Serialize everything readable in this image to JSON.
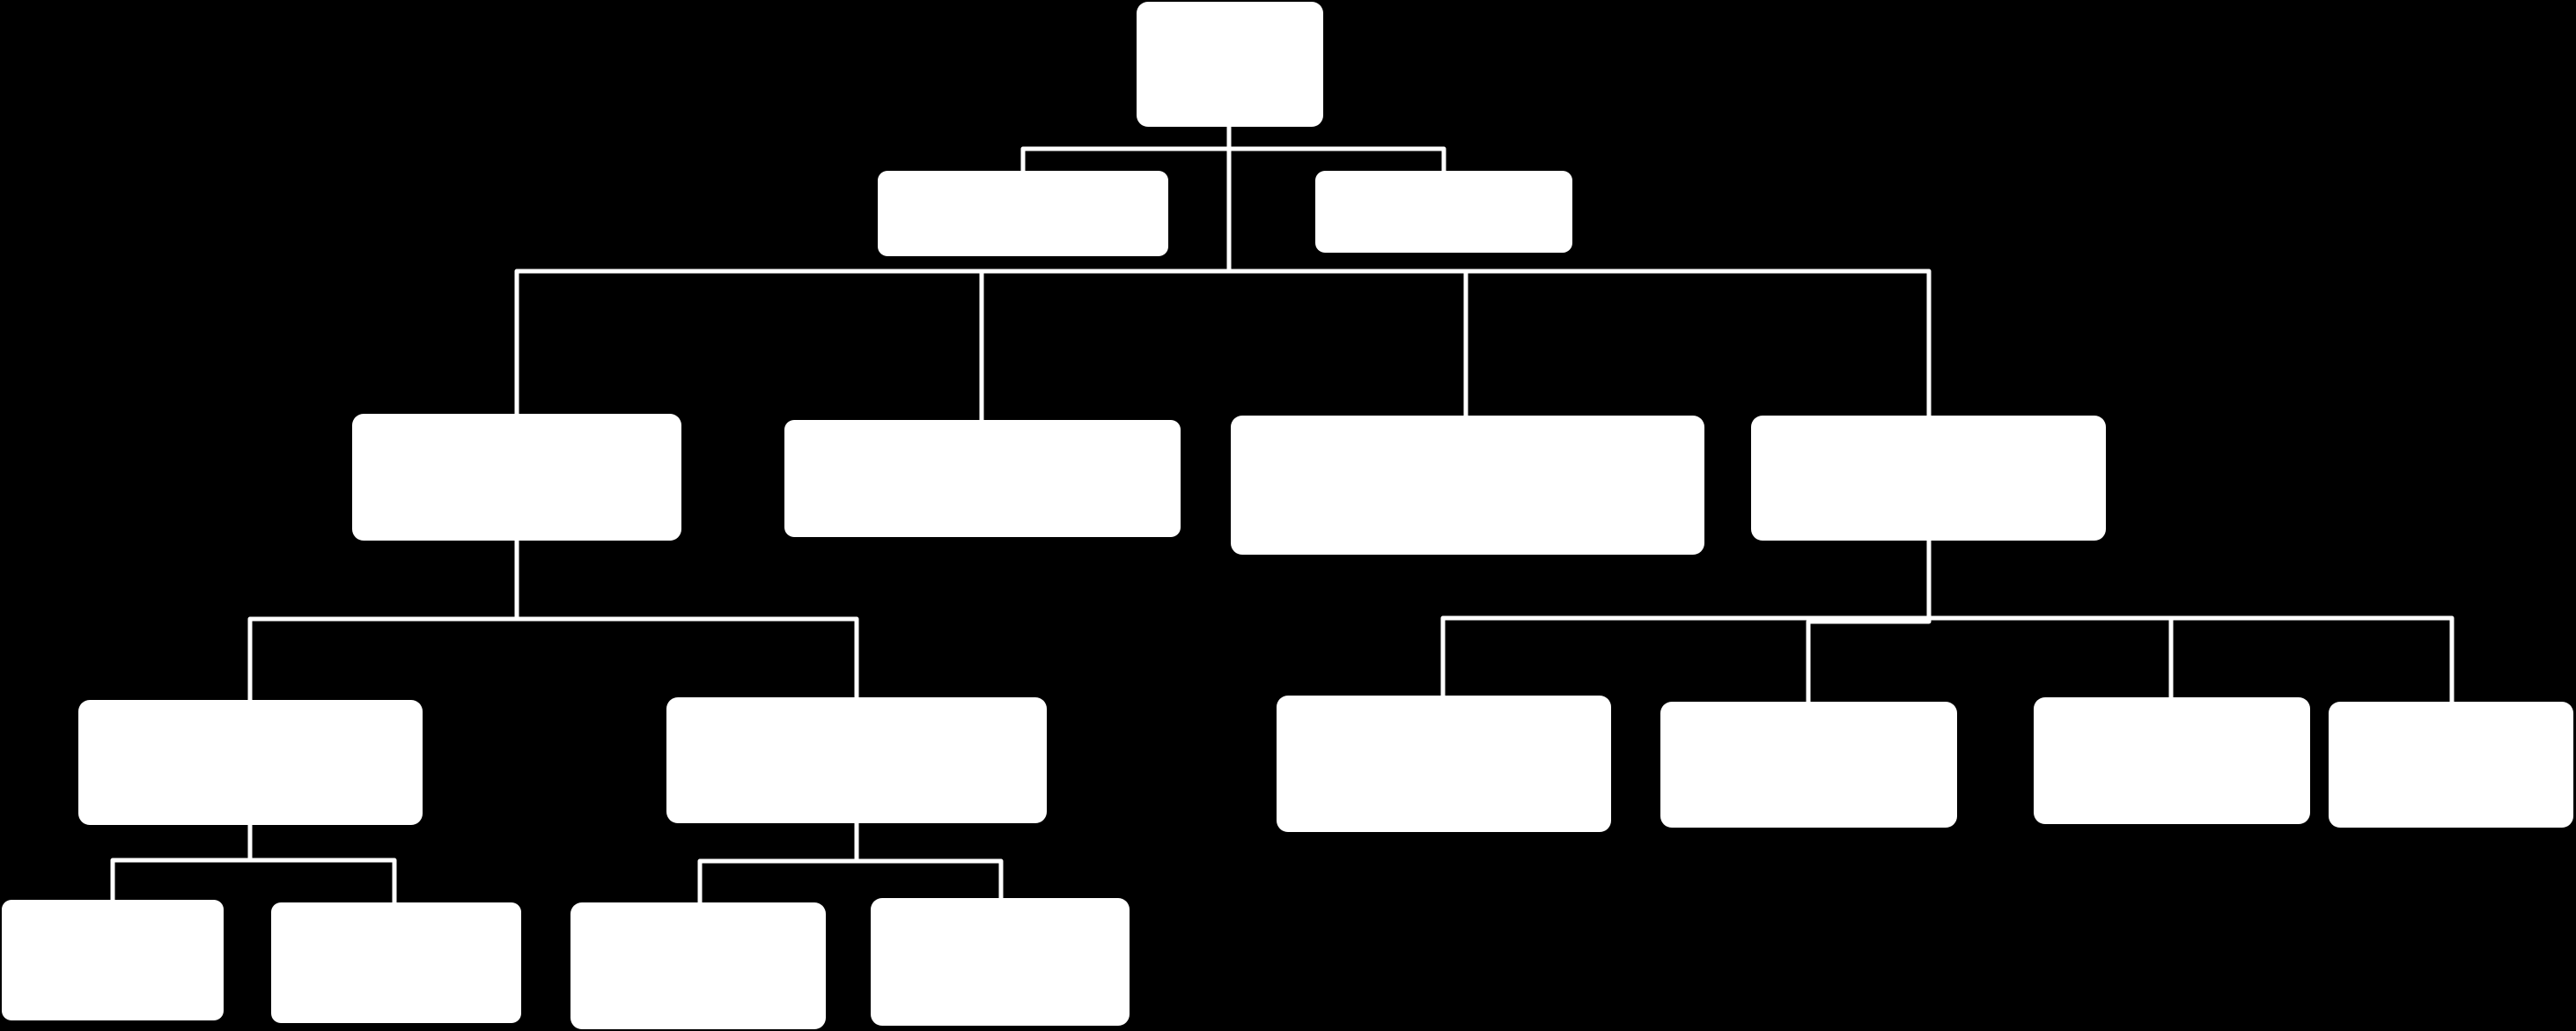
{
  "diagram": {
    "type": "org-chart",
    "background_color": "#000000",
    "box_color": "#ffffff",
    "connector_color": "#ffffff",
    "levels": [
      {
        "level": 0,
        "box_count": 1
      },
      {
        "level": 1,
        "box_count": 2,
        "style": "assistant"
      },
      {
        "level": 2,
        "box_count": 4
      },
      {
        "level": 3,
        "box_count": 6
      },
      {
        "level": 4,
        "box_count": 4
      }
    ],
    "nodes": [
      {
        "id": "root",
        "label": ""
      },
      {
        "id": "assistant-left",
        "label": ""
      },
      {
        "id": "assistant-right",
        "label": ""
      },
      {
        "id": "l2-1",
        "label": ""
      },
      {
        "id": "l2-2",
        "label": ""
      },
      {
        "id": "l2-3",
        "label": ""
      },
      {
        "id": "l2-4",
        "label": ""
      },
      {
        "id": "l3-1",
        "label": ""
      },
      {
        "id": "l3-2",
        "label": ""
      },
      {
        "id": "l3-3",
        "label": ""
      },
      {
        "id": "l3-4",
        "label": ""
      },
      {
        "id": "l3-5",
        "label": ""
      },
      {
        "id": "l3-6",
        "label": ""
      },
      {
        "id": "l4-1",
        "label": ""
      },
      {
        "id": "l4-2",
        "label": ""
      },
      {
        "id": "l4-3",
        "label": ""
      },
      {
        "id": "l4-4",
        "label": ""
      }
    ],
    "edges": [
      [
        "root",
        "assistant-left"
      ],
      [
        "root",
        "assistant-right"
      ],
      [
        "root",
        "l2-1"
      ],
      [
        "root",
        "l2-2"
      ],
      [
        "root",
        "l2-3"
      ],
      [
        "root",
        "l2-4"
      ],
      [
        "l2-1",
        "l3-1"
      ],
      [
        "l2-1",
        "l3-2"
      ],
      [
        "l2-4",
        "l3-3"
      ],
      [
        "l2-4",
        "l3-4"
      ],
      [
        "l2-4",
        "l3-5"
      ],
      [
        "l2-4",
        "l3-6"
      ],
      [
        "l3-1",
        "l4-1"
      ],
      [
        "l3-1",
        "l4-2"
      ],
      [
        "l3-2",
        "l4-3"
      ],
      [
        "l3-2",
        "l4-4"
      ]
    ]
  }
}
